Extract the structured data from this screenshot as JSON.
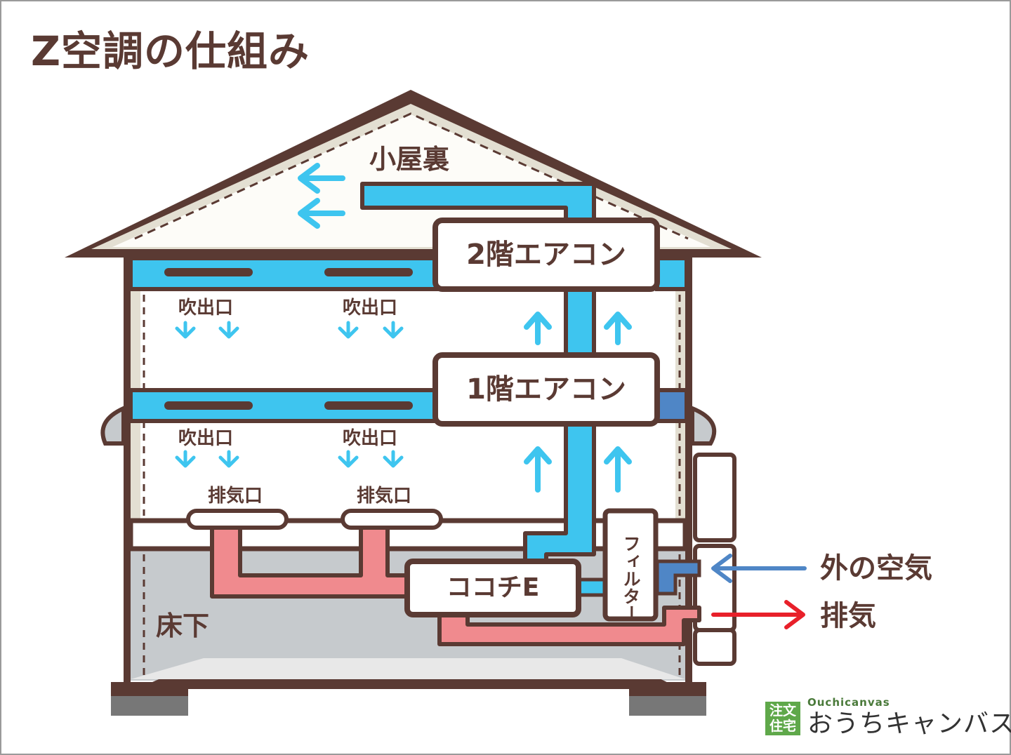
{
  "title": "Z空調の仕組み",
  "attic_label": "小屋裏",
  "ac_units": {
    "upper": "2階エアコン",
    "lower": "1階エアコン"
  },
  "outlet_label": "吹出口",
  "exhaust_port_label": "排気口",
  "ventilation_unit": "ココチE",
  "filter_label": "フィルター",
  "under_floor_label": "床下",
  "outside_air_label": "外の空気",
  "exhaust_label": "排気",
  "logo": {
    "badge_line1": "注文",
    "badge_line2": "住宅",
    "latin": "Ouchicanvas",
    "name": "おうちキャンバス"
  },
  "colors": {
    "supply_duct": "#3ec5ef",
    "exhaust_duct": "#f08a8e",
    "outline": "#5a3a33",
    "outside_air_arrow": "#4f86c6",
    "exhaust_arrow": "#e8202a",
    "under_floor": "#c6cacd",
    "logo_green": "#5fa84a"
  }
}
